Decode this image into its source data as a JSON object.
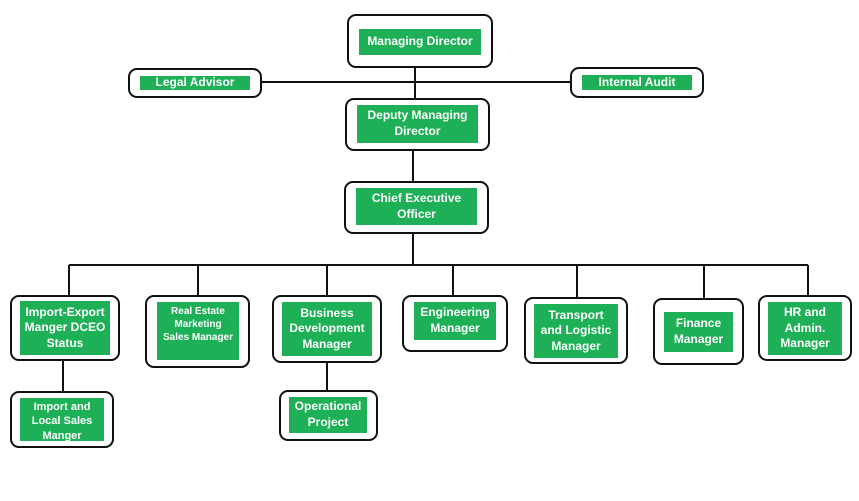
{
  "colors": {
    "box_fill": "#1db056",
    "border": "#111111",
    "connector": "#111111",
    "text": "#ffffff"
  },
  "nodes": {
    "managing_director": "Managing Director",
    "legal_advisor": "Legal Advisor",
    "internal_audit": "Internal Audit",
    "deputy_managing_director": "Deputy Managing Director",
    "chief_executive_officer": "Chief Executive Officer",
    "import_export_manager": "Import-Export Manger DCEO Status",
    "real_estate_marketing": "Real Estate Marketing Sales Manager",
    "business_development": "Business Development Manager",
    "engineering_manager": "Engineering Manager",
    "transport_logistic": "Transport and Logistic Manager",
    "finance_manager": "Finance Manager",
    "hr_admin": "HR and Admin. Manager",
    "import_local_sales": "Import and Local Sales Manger",
    "operational_project": "Operational Project"
  }
}
